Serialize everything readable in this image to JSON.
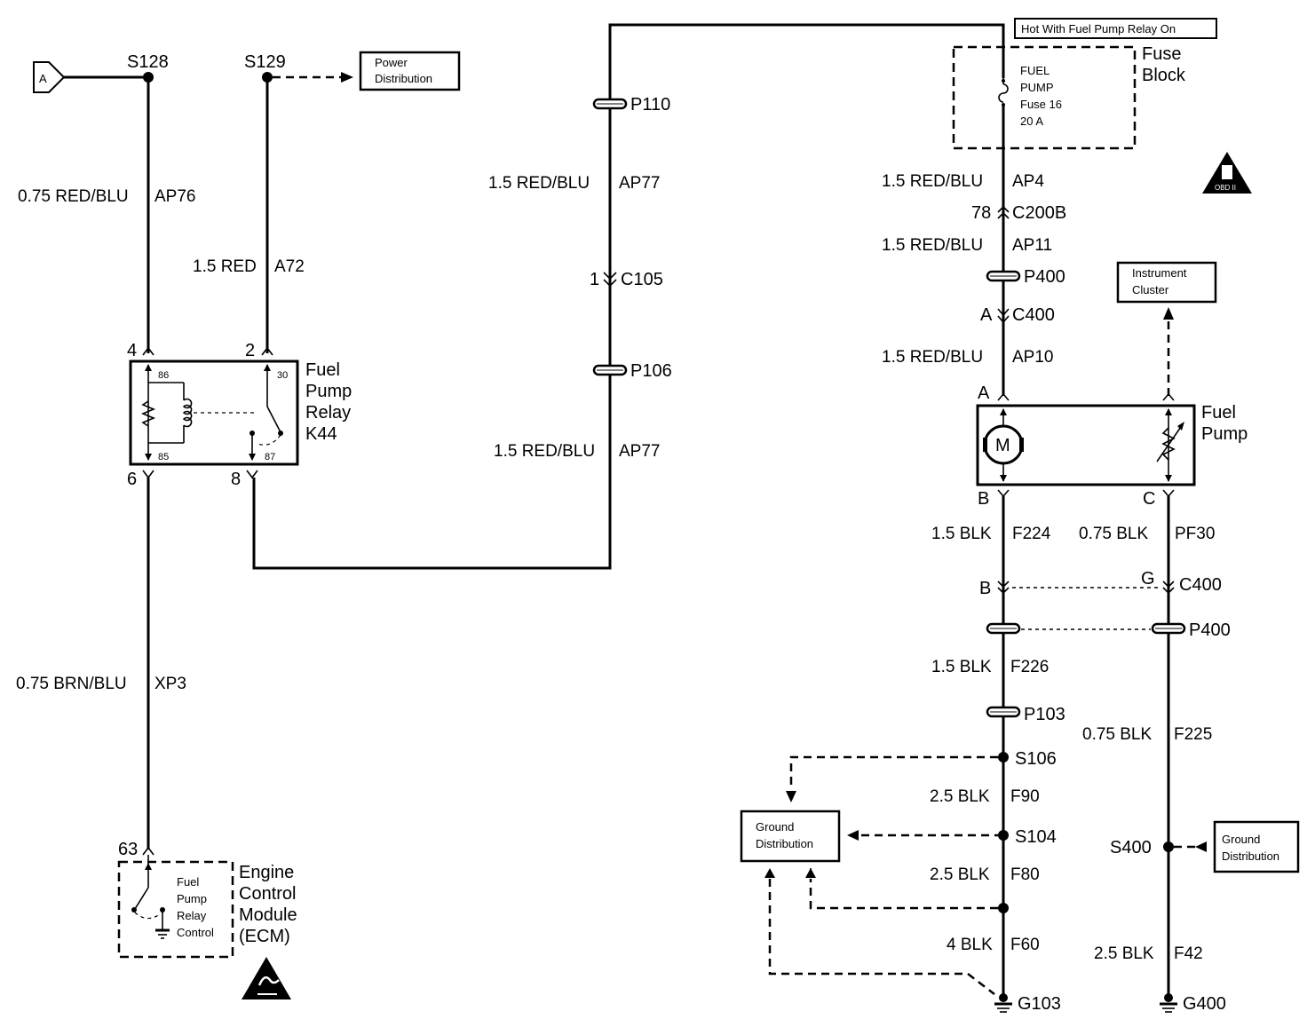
{
  "splices": {
    "s128": "S128",
    "s129": "S129",
    "s106": "S106",
    "s104": "S104",
    "s400": "S400"
  },
  "connector_a": "A",
  "boxes": {
    "power_dist": [
      "Power",
      "Distribution"
    ],
    "hot_label": "Hot With Fuel Pump Relay On",
    "instrument": [
      "Instrument",
      "Cluster"
    ],
    "ground_left": [
      "Ground",
      "Distribution"
    ],
    "ground_right": [
      "Ground",
      "Distribution"
    ]
  },
  "wires": {
    "ap76": [
      "0.75 RED/BLU",
      "AP76"
    ],
    "a72": [
      "1.5 RED",
      "A72"
    ],
    "ap77_top": [
      "1.5 RED/BLU",
      "AP77"
    ],
    "ap77_bot": [
      "1.5 RED/BLU",
      "AP77"
    ],
    "xp3": [
      "0.75 BRN/BLU",
      "XP3"
    ],
    "ap4": [
      "1.5 RED/BLU",
      "AP4"
    ],
    "ap11": [
      "1.5 RED/BLU",
      "AP11"
    ],
    "ap10": [
      "1.5 RED/BLU",
      "AP10"
    ],
    "f224": [
      "1.5 BLK",
      "F224"
    ],
    "pf30": [
      "0.75 BLK",
      "PF30"
    ],
    "f226": [
      "1.5 BLK",
      "F226"
    ],
    "f225": [
      "0.75 BLK",
      "F225"
    ],
    "f90": [
      "2.5 BLK",
      "F90"
    ],
    "f80": [
      "2.5 BLK",
      "F80"
    ],
    "f60": [
      "4 BLK",
      "F60"
    ],
    "f42": [
      "2.5 BLK",
      "F42"
    ]
  },
  "connectors": {
    "p110": "P110",
    "p106": "P106",
    "c105": "C105",
    "c105_pin": "1",
    "c200b": "C200B",
    "c200b_pin": "78",
    "p400_top": "P400",
    "c400_top": "C400",
    "c400_top_pin": "A",
    "c400_mid": "C400",
    "c400_mid_b": "B",
    "c400_mid_g": "G",
    "p400_mid": "P400",
    "p103": "P103",
    "g103": "G103",
    "g400": "G400"
  },
  "relay": {
    "title": [
      "Fuel",
      "Pump",
      "Relay",
      "K44"
    ],
    "pins": {
      "p4": "4",
      "p2": "2",
      "p6": "6",
      "p8": "8",
      "t86": "86",
      "t85": "85",
      "t30": "30",
      "t87": "87"
    }
  },
  "fuse_block": {
    "title": [
      "Fuse",
      "Block"
    ],
    "fuse": [
      "FUEL",
      "PUMP",
      "Fuse 16",
      "20 A"
    ]
  },
  "pump": {
    "title": [
      "Fuel",
      "Pump"
    ],
    "motor": "M",
    "pins": {
      "a": "A",
      "b": "B",
      "c": "C"
    }
  },
  "ecm": {
    "title": [
      "Engine",
      "Control",
      "Module",
      "(ECM)"
    ],
    "inner": [
      "Fuel",
      "Pump",
      "Relay",
      "Control"
    ],
    "pin": "63"
  },
  "obd": "OBD II"
}
